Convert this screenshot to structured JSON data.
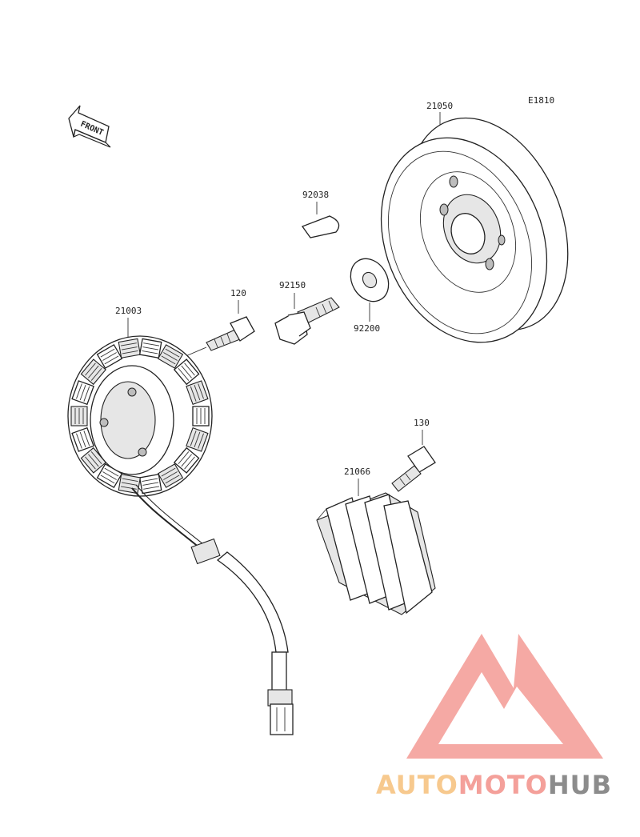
{
  "diagram_code": "E1810",
  "front_arrow_label": "FRONT",
  "parts": [
    {
      "id": "21050",
      "name_key": "flywheel"
    },
    {
      "id": "92038",
      "name_key": "woodruff-key"
    },
    {
      "id": "92150",
      "name_key": "flywheel-bolt"
    },
    {
      "id": "92200",
      "name_key": "washer"
    },
    {
      "id": "120",
      "name_key": "stator-bolt"
    },
    {
      "id": "21003",
      "name_key": "stator"
    },
    {
      "id": "130",
      "name_key": "regulator-bolt"
    },
    {
      "id": "21066",
      "name_key": "regulator-rectifier"
    }
  ],
  "watermark": {
    "part1": "AUTO",
    "part2": "MOTO",
    "part3": "HUB",
    "colors": {
      "auto": "#f7c98e",
      "moto": "#f4a09a",
      "hub": "#8c8c8c",
      "logo": "#f4a09a"
    }
  }
}
